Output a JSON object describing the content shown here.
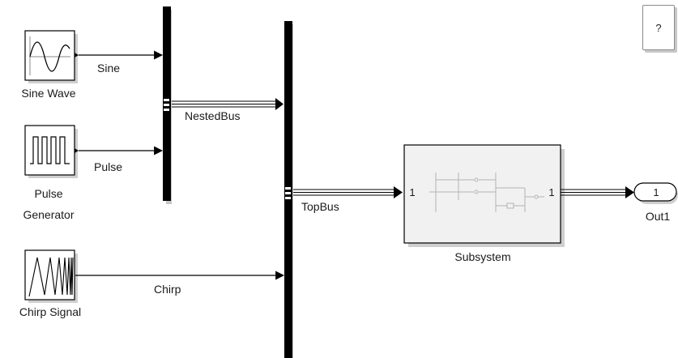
{
  "help_button": {
    "label": "?"
  },
  "blocks": {
    "sine_wave": {
      "name": "Sine Wave"
    },
    "pulse_generator": {
      "name_line1": "Pulse",
      "name_line2": "Generator"
    },
    "chirp_signal": {
      "name": "Chirp Signal"
    },
    "subsystem": {
      "name": "Subsystem",
      "in_port": "1",
      "out_port": "1"
    },
    "outport": {
      "name": "Out1",
      "number": "1"
    }
  },
  "signals": {
    "sine": "Sine",
    "pulse": "Pulse",
    "nested_bus": "NestedBus",
    "chirp": "Chirp",
    "top_bus": "TopBus"
  },
  "colors": {
    "line": "#000000",
    "block_border": "#000000",
    "subsystem_fill": "#f0f0f0",
    "shadow": "#c8c8c8"
  }
}
